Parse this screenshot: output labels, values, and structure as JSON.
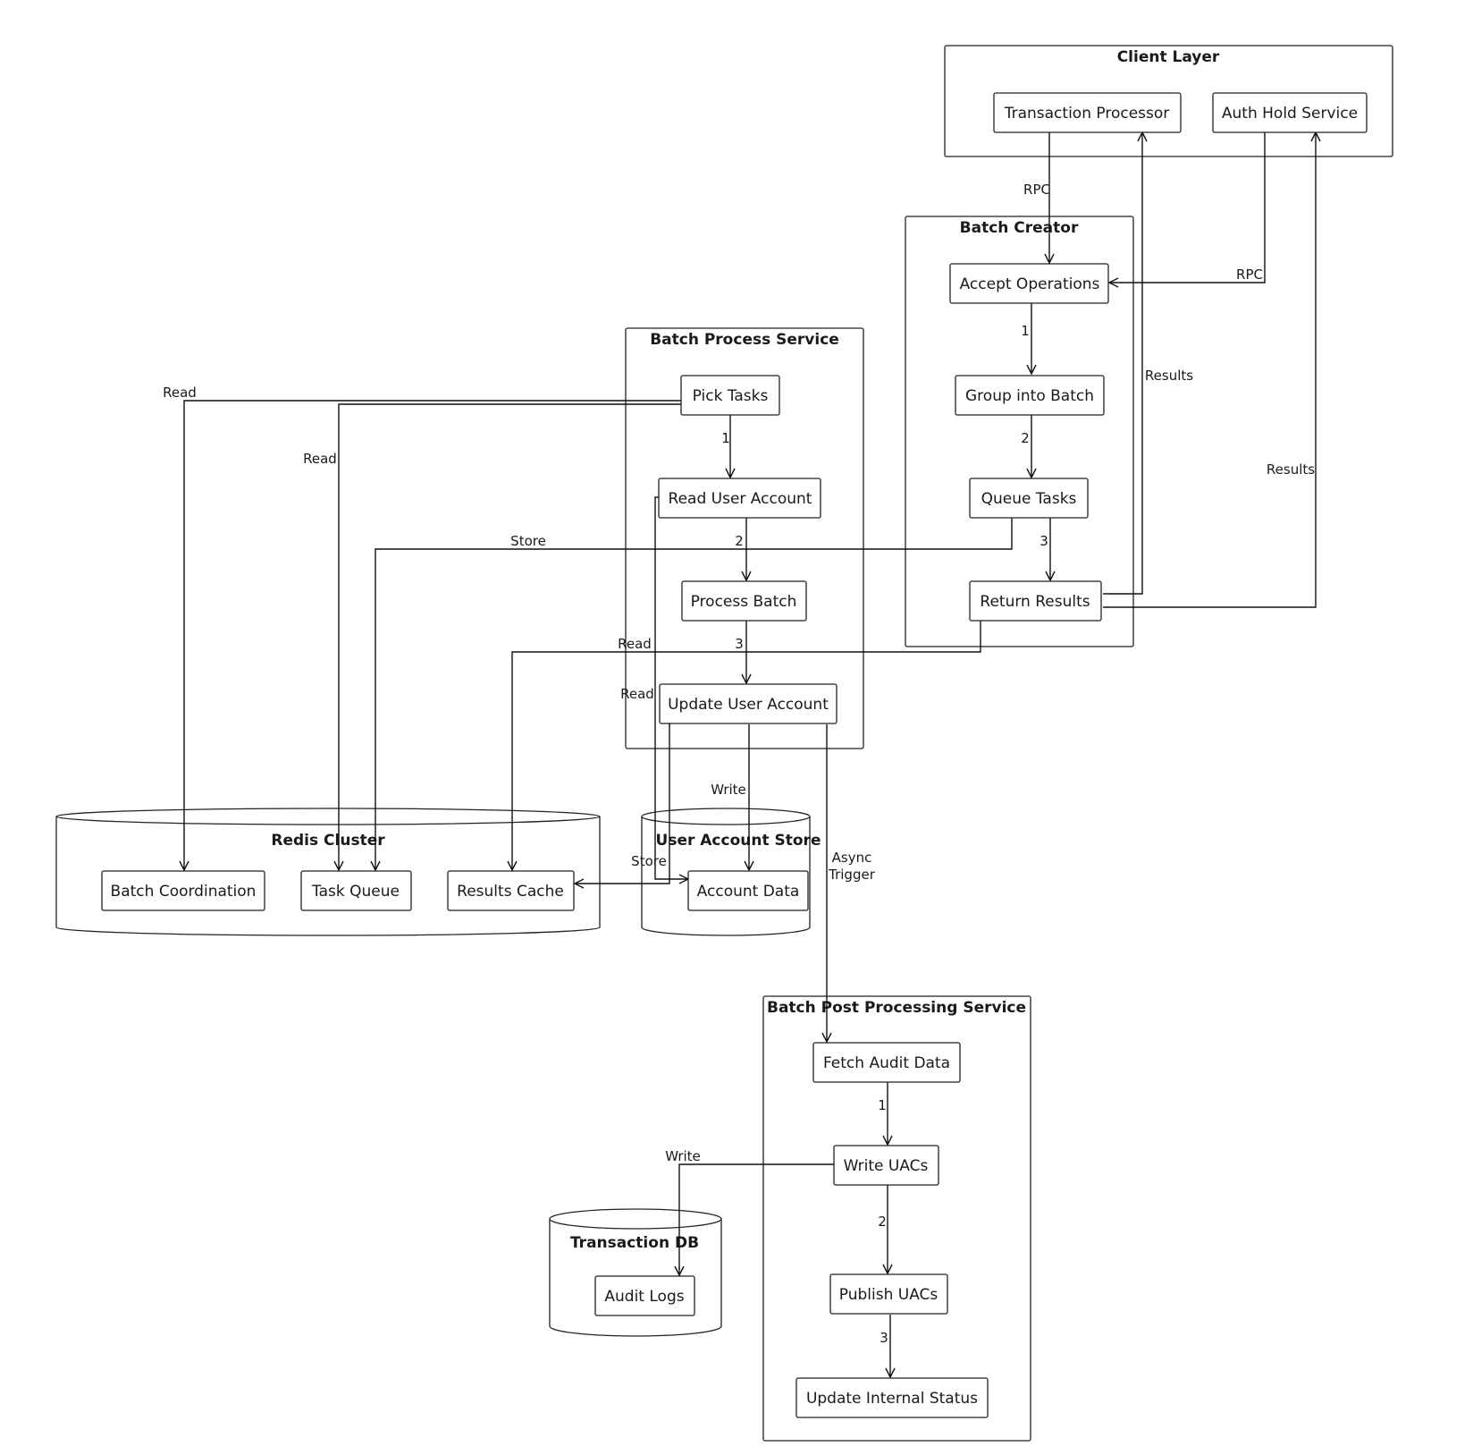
{
  "diagram": {
    "groups": {
      "client_layer": "Client Layer",
      "batch_creator": "Batch Creator",
      "batch_process_service": "Batch Process Service",
      "redis_cluster": "Redis Cluster",
      "user_account_store": "User Account Store",
      "batch_post_processing_service": "Batch Post Processing Service",
      "transaction_db": "Transaction DB"
    },
    "nodes": {
      "transaction_processor": "Transaction Processor",
      "auth_hold_service": "Auth Hold Service",
      "accept_operations": "Accept Operations",
      "group_into_batch": "Group into Batch",
      "queue_tasks": "Queue Tasks",
      "return_results": "Return Results",
      "pick_tasks": "Pick Tasks",
      "read_user_account": "Read User Account",
      "process_batch": "Process Batch",
      "update_user_account": "Update User Account",
      "batch_coordination": "Batch Coordination",
      "task_queue": "Task Queue",
      "results_cache": "Results Cache",
      "account_data": "Account Data",
      "fetch_audit_data": "Fetch Audit Data",
      "write_uacs": "Write UACs",
      "publish_uacs": "Publish UACs",
      "update_internal_status": "Update Internal Status",
      "audit_logs": "Audit Logs"
    },
    "edge_labels": {
      "rpc_tp": "RPC",
      "rpc_ah": "RPC",
      "results_tp": "Results",
      "results_ah": "Results",
      "bc_step1": "1",
      "bc_step2": "2",
      "bc_step3": "3",
      "store_queue": "Store",
      "read_results": "Read",
      "bp_step1": "1",
      "bp_step2": "2",
      "bp_step3": "3",
      "read_coordination": "Read",
      "read_taskqueue": "Read",
      "read_account": "Read",
      "store_results": "Store",
      "write_account": "Write",
      "async_trigger_line1": "Async",
      "async_trigger_line2": "Trigger",
      "pp_step1": "1",
      "pp_step2": "2",
      "pp_step3": "3",
      "write_audit": "Write"
    }
  }
}
